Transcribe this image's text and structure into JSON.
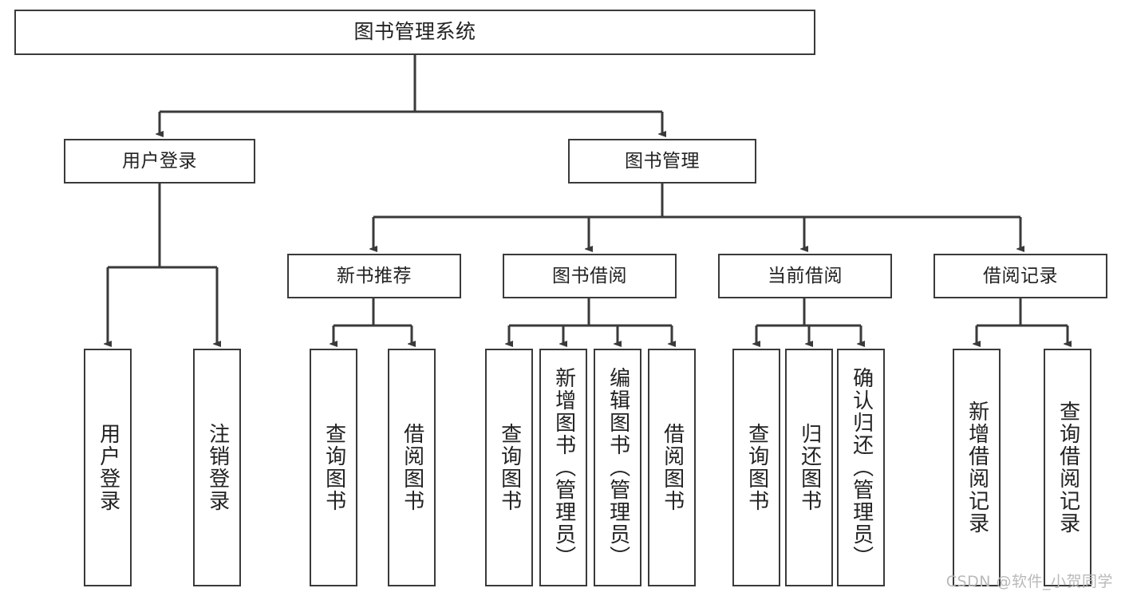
{
  "diagram": {
    "title": "图书管理系统",
    "type": "hierarchy-tree",
    "root": {
      "label": "图书管理系统"
    },
    "level2": [
      {
        "label": "用户登录"
      },
      {
        "label": "图书管理"
      }
    ],
    "level3": [
      {
        "label": "新书推荐"
      },
      {
        "label": "图书借阅"
      },
      {
        "label": "当前借阅"
      },
      {
        "label": "借阅记录"
      }
    ],
    "leaves": {
      "user_login": [
        {
          "label": "用户登录"
        },
        {
          "label": "注销登录"
        }
      ],
      "new_book": [
        {
          "label": "查询图书"
        },
        {
          "label": "借阅图书"
        }
      ],
      "book_borrow": [
        {
          "label": "查询图书"
        },
        {
          "label": "新增图书（管理员）"
        },
        {
          "label": "编辑图书（管理员）"
        },
        {
          "label": "借阅图书"
        }
      ],
      "current_borrow": [
        {
          "label": "查询图书"
        },
        {
          "label": "归还图书"
        },
        {
          "label": "确认归还（管理员）"
        }
      ],
      "borrow_record": [
        {
          "label": "新增借阅记录"
        },
        {
          "label": "查询借阅记录"
        }
      ]
    }
  },
  "watermark": {
    "text": "CSDN @软件_小贺同学"
  },
  "colors": {
    "stroke": "#3a3a3a",
    "text": "#222222",
    "background": "#ffffff",
    "watermark": "#b9b9b9"
  }
}
